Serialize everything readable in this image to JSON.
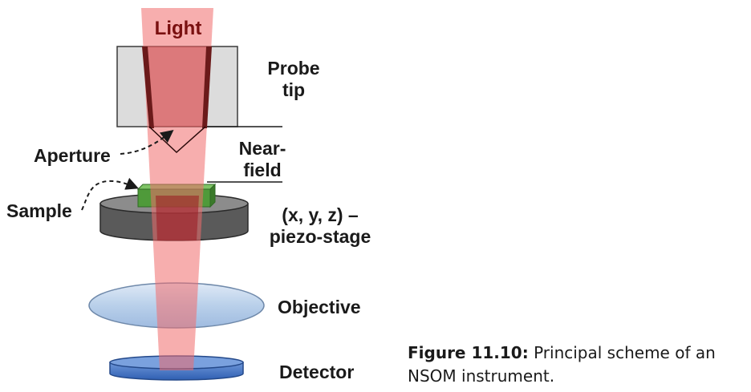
{
  "labels": {
    "light": "Light",
    "probe_line1": "Probe",
    "probe_line2": "tip",
    "aperture": "Aperture",
    "nearfield_line1": "Near-",
    "nearfield_line2": "field",
    "sample": "Sample",
    "stage_line1": "(x, y, z) –",
    "stage_line2": "piezo-stage",
    "objective": "Objective",
    "detector": "Detector"
  },
  "caption": {
    "label": "Figure 11.10:",
    "text": " Principal scheme of an NSOM instrument."
  },
  "colors": {
    "beam": "#f28b8b",
    "probe_block": "#dcdcdc",
    "probe_wall": "#6b1a1a",
    "stage": "#5a5a5a",
    "sample": "#4f9a3a",
    "objective": "#b6cde8",
    "detector": "#3d6fc4"
  }
}
